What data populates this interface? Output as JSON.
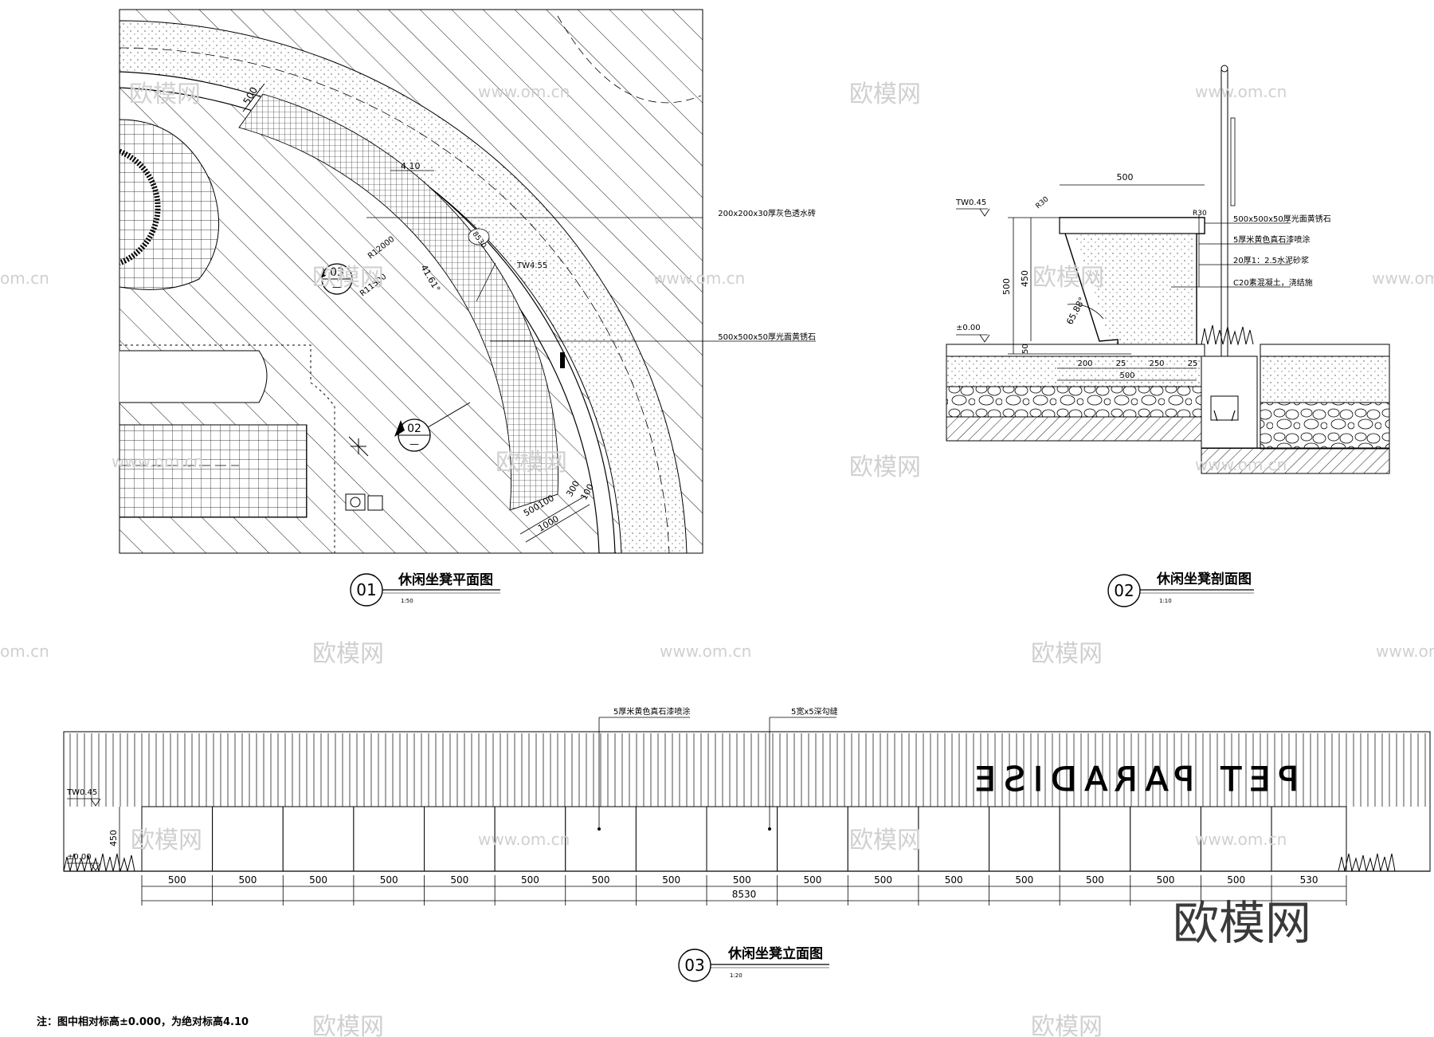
{
  "watermark": {
    "brand": "欧模网",
    "url": "www.om.cn",
    "url_partial": "om.cn"
  },
  "plan": {
    "title": "休闲坐凳平面图",
    "number": "01",
    "scale": "1:50",
    "labels": {
      "dim_500": "500",
      "elev_410": "4.10",
      "r2000": "R12000",
      "r1500": "R11500",
      "arc_len": "41.61°",
      "len_8530": "8530",
      "tw": "TW4.55",
      "d500100": "500100",
      "d300": "300",
      "d100": "100",
      "d1000": "1000",
      "callout_03": "03",
      "callout_02": "02",
      "callout_dash": "—"
    },
    "notes": {
      "paver": "200x200x30厚灰色透水砖",
      "stone": "500x500x50厚光面黄锈石"
    }
  },
  "section": {
    "title": "休闲坐凳剖面图",
    "number": "02",
    "scale": "1:10",
    "labels": {
      "top_width": "500",
      "r30_left": "R30",
      "r30_right": "R30",
      "tw": "TW0.45",
      "height_500": "500",
      "height_450": "450",
      "height_50": "50",
      "angle": "65.88°",
      "zero": "±0.00",
      "d200": "200",
      "d25a": "25",
      "d250": "250",
      "d25b": "25",
      "d500": "500"
    },
    "notes": [
      "500x500x50厚光面黄锈石",
      "5厚米黄色真石漆喷涂",
      "20厚1：2.5水泥砂浆",
      "C20素混凝土，浇结施"
    ]
  },
  "elevation": {
    "title": "休闲坐凳立面图",
    "number": "03",
    "scale": "1:20",
    "notes": {
      "paint": "5厚米黄色真石漆喷涂",
      "groove": "5宽x5深勾缝"
    },
    "tw": "TW0.45",
    "zero": "±0.00",
    "height": "450",
    "sign_text": "PET PARADISE",
    "segments": [
      "500",
      "500",
      "500",
      "500",
      "500",
      "500",
      "500",
      "500",
      "500",
      "500",
      "500",
      "500",
      "500",
      "500",
      "500",
      "500",
      "530"
    ],
    "total": "8530"
  },
  "footnote": "注：图中相对标高±0.000，为绝对标高4.10"
}
